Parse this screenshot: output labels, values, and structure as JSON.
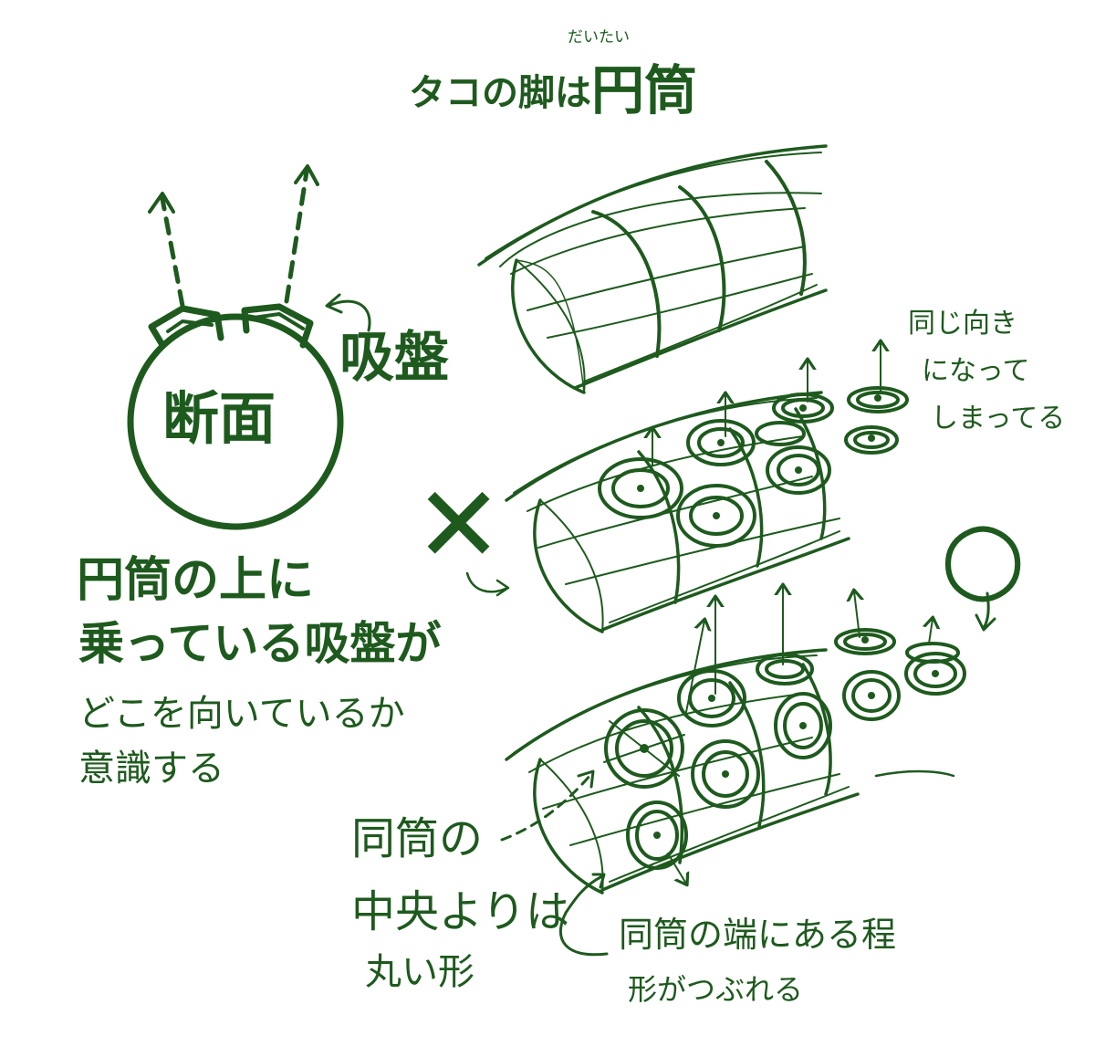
{
  "colors": {
    "ink": "#1e5a1e",
    "background": "#ffffff"
  },
  "title": {
    "ruby": "だいたい",
    "lead": "タコの脚は",
    "main": "円筒"
  },
  "cross_section": {
    "label": "断面",
    "sucker_label": "吸盤"
  },
  "left_note": {
    "line1": "円筒の上に",
    "line2": "乗っている吸盤が",
    "line3": "どこを向いているか",
    "line4": "意識する"
  },
  "wrong_mark": "✕",
  "right_mark": "○",
  "wrong_note": {
    "line1": "同じ向き",
    "line2": "になって",
    "line3": "しまってる"
  },
  "center_note": {
    "line1": "同筒の",
    "line2": "中央よりは",
    "line3": "丸い形"
  },
  "edge_note": {
    "line1": "同筒の端にある程",
    "line2": "形がつぶれる"
  }
}
